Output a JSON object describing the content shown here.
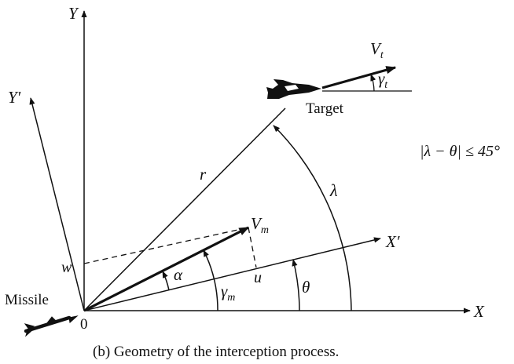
{
  "labels": {
    "y_axis": "Y",
    "x_axis": "X",
    "y_prime": "Y′",
    "x_prime": "X′",
    "origin": "0",
    "missile": "Missile",
    "target": "Target",
    "v_t": "V",
    "v_t_sub": "t",
    "gamma_t": "γ",
    "gamma_t_sub": "t",
    "v_m": "V",
    "v_m_sub": "m",
    "gamma_m": "γ",
    "gamma_m_sub": "m",
    "r": "r",
    "lambda": "λ",
    "theta": "θ",
    "alpha": "α",
    "u": "u",
    "w": "w",
    "constraint": "|λ − θ| ≤ 45°"
  },
  "caption": "(b) Geometry of the interception process.",
  "colors": {
    "ink": "#111111",
    "background": "#ffffff"
  }
}
